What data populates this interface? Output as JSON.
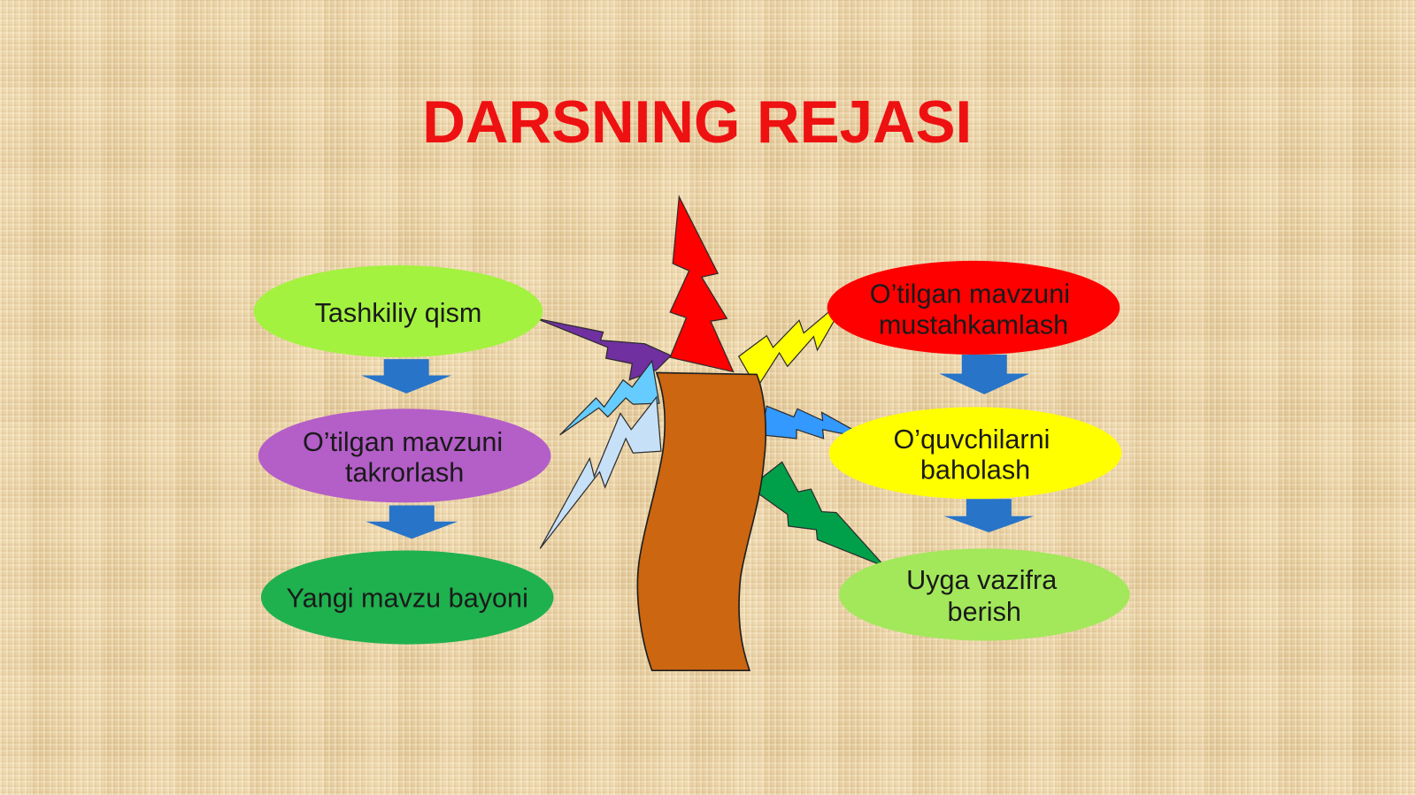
{
  "title": "DARSNING REJASI",
  "left_column": [
    {
      "lines": [
        "Tashkiliy qism"
      ],
      "color": "#a3f23f"
    },
    {
      "lines": [
        "O’tilgan mavzuni",
        "takrorlash"
      ],
      "color": "#b45ec8"
    },
    {
      "lines": [
        "Yangi mavzu bayoni"
      ],
      "color": "#1fb14e"
    }
  ],
  "right_column": [
    {
      "lines": [
        "O’tilgan mavzuni",
        "mustahkamlash"
      ],
      "color": "#ff0000"
    },
    {
      "lines": [
        "O’quvchilarni",
        "baholash"
      ],
      "color": "#ffff00"
    },
    {
      "lines": [
        "Uyga vazifra",
        "berish"
      ],
      "color": "#a2e85a"
    }
  ],
  "colors": {
    "title": "#ee1111",
    "arrow": "#2874c8",
    "trunk": "#cc6611",
    "background": "#e8d0a2"
  },
  "bolts": {
    "red": "#ff0000",
    "purple": "#7030a0",
    "light_blue": "#66ccff",
    "pale_blue": "#c6e0f7",
    "yellow": "#ffff00",
    "blue": "#3399ff",
    "green": "#00a04a"
  }
}
